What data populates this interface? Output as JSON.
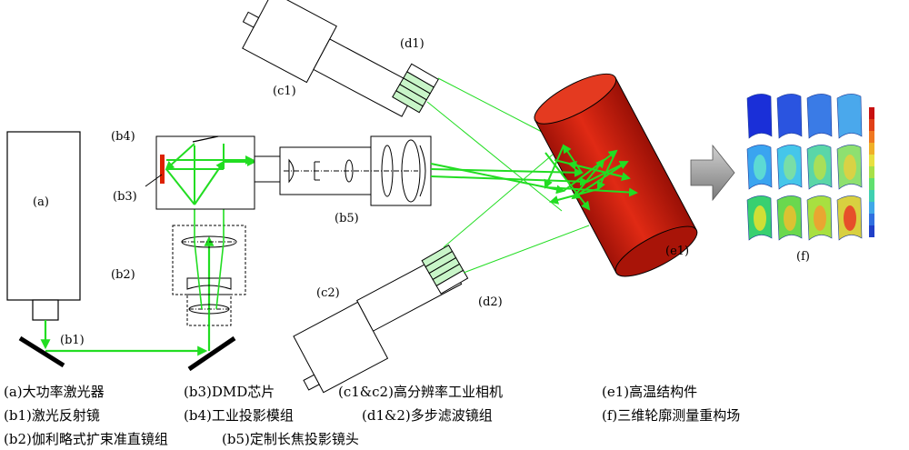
{
  "labels": {
    "a": "(a)",
    "b1": "(b1)",
    "b2": "(b2)",
    "b3": "(b3)",
    "b4": "(b4)",
    "b5": "(b5)",
    "c1": "(c1)",
    "c2": "(c2)",
    "d1": "(d1)",
    "d2": "(d2)",
    "e1": "(e1)",
    "f": "(f)"
  },
  "legend": {
    "a": "(a)大功率激光器",
    "b1": "(b1)激光反射镜",
    "b2": "(b2)伽利略式扩束准直镜组",
    "b3": "(b3)DMD芯片",
    "b4": "(b4)工业投影模组",
    "b5": "(b5)定制长焦投影镜头",
    "c": "(c1&c2)高分辨率工业相机",
    "d": "(d1&2)多步滤波镜组",
    "e1": "(e1)高温结构件",
    "f": "(f)三维轮廓测量重构场"
  },
  "colors": {
    "laser": "#22dd22",
    "filter": "#c8f5c8",
    "cylinder": "#cc1a0a",
    "dmd": "#dd2200",
    "arrow": "#9a9a9a"
  }
}
